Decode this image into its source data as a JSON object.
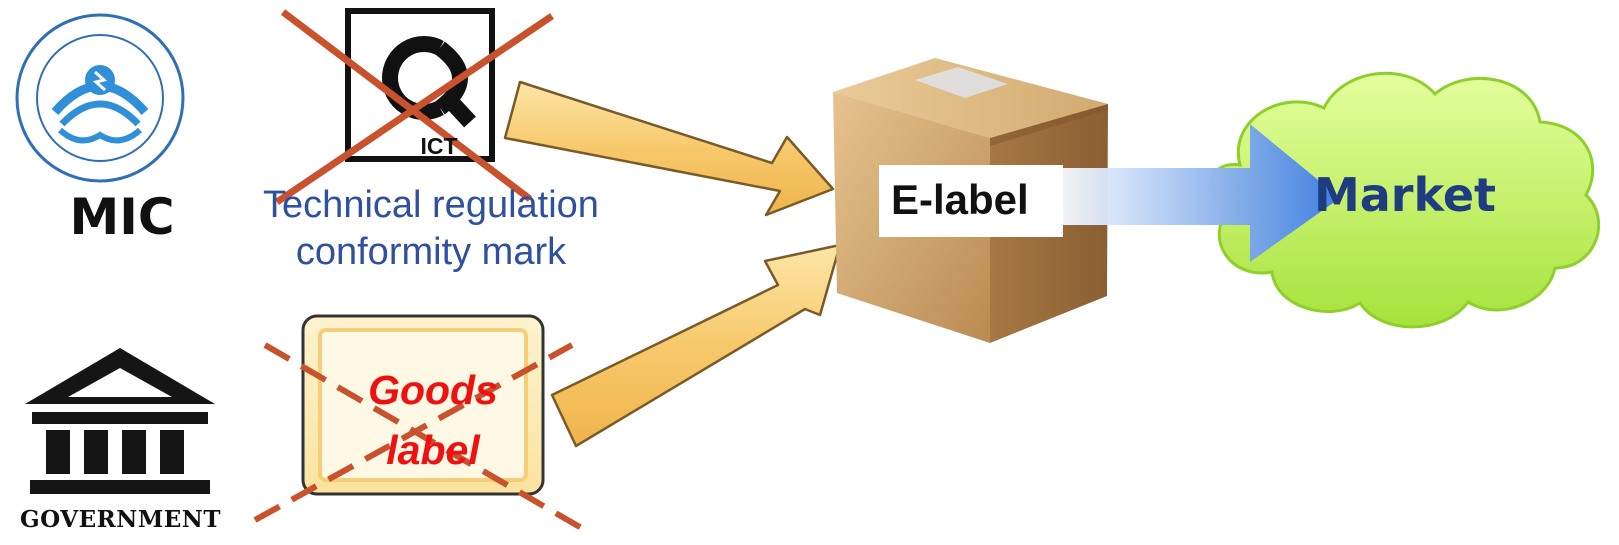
{
  "diagram": {
    "mic_label": "MIC",
    "government_label": "GOVERNMENT",
    "ict_mark_text": "ICT",
    "technical_regulation_line1": "Technical regulation",
    "technical_regulation_line2": "conformity mark",
    "goods_label_line1": "Goods",
    "goods_label_line2": "label",
    "elabel_text": "E-label",
    "market_label": "Market"
  },
  "colors": {
    "cross_out": "#c8522d",
    "arrow_fill": "#f7c96c",
    "market_cloud": "#c8f26a",
    "market_arrow": "#3f7fe0",
    "caption_blue": "#2f4f9f",
    "goods_red": "#ee1111"
  }
}
